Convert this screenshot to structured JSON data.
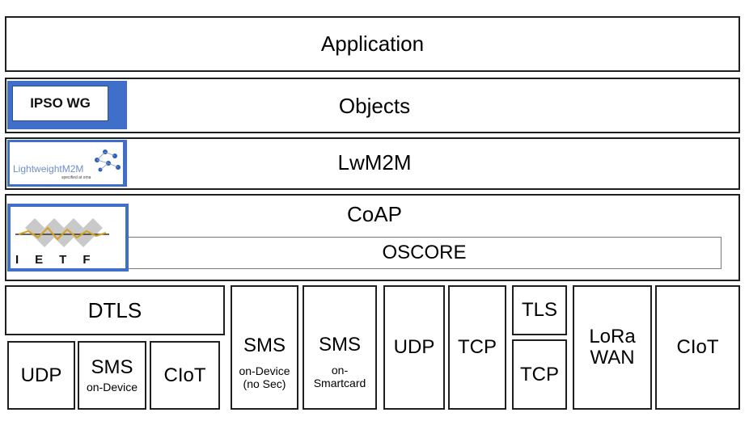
{
  "layers": {
    "application": "Application",
    "objects": "Objects",
    "lwm2m": "LwM2M",
    "coap": "CoAP",
    "oscore": "OSCORE"
  },
  "logos": {
    "ipso": "IPSO WG",
    "lwm2m_text": "LightweightM2M",
    "lwm2m_sub": "specified at oma",
    "ietf": "IETF"
  },
  "transports": {
    "dtls": "DTLS",
    "udp1": "UDP",
    "sms1_title": "SMS",
    "sms1_sub": "on-Device",
    "ciot1": "CIoT",
    "sms2_title": "SMS",
    "sms2_sub1": "on-Device",
    "sms2_sub2": "(no Sec)",
    "sms3_title": "SMS",
    "sms3_sub1": "on-",
    "sms3_sub2": "Smartcard",
    "udp2": "UDP",
    "tcp1": "TCP",
    "tls": "TLS",
    "tcp2": "TCP",
    "lora1": "LoRa",
    "lora2": "WAN",
    "ciot2": "CIoT"
  },
  "colors": {
    "logo_blue": "#3f6fc8",
    "border": "#1f1f1f"
  }
}
